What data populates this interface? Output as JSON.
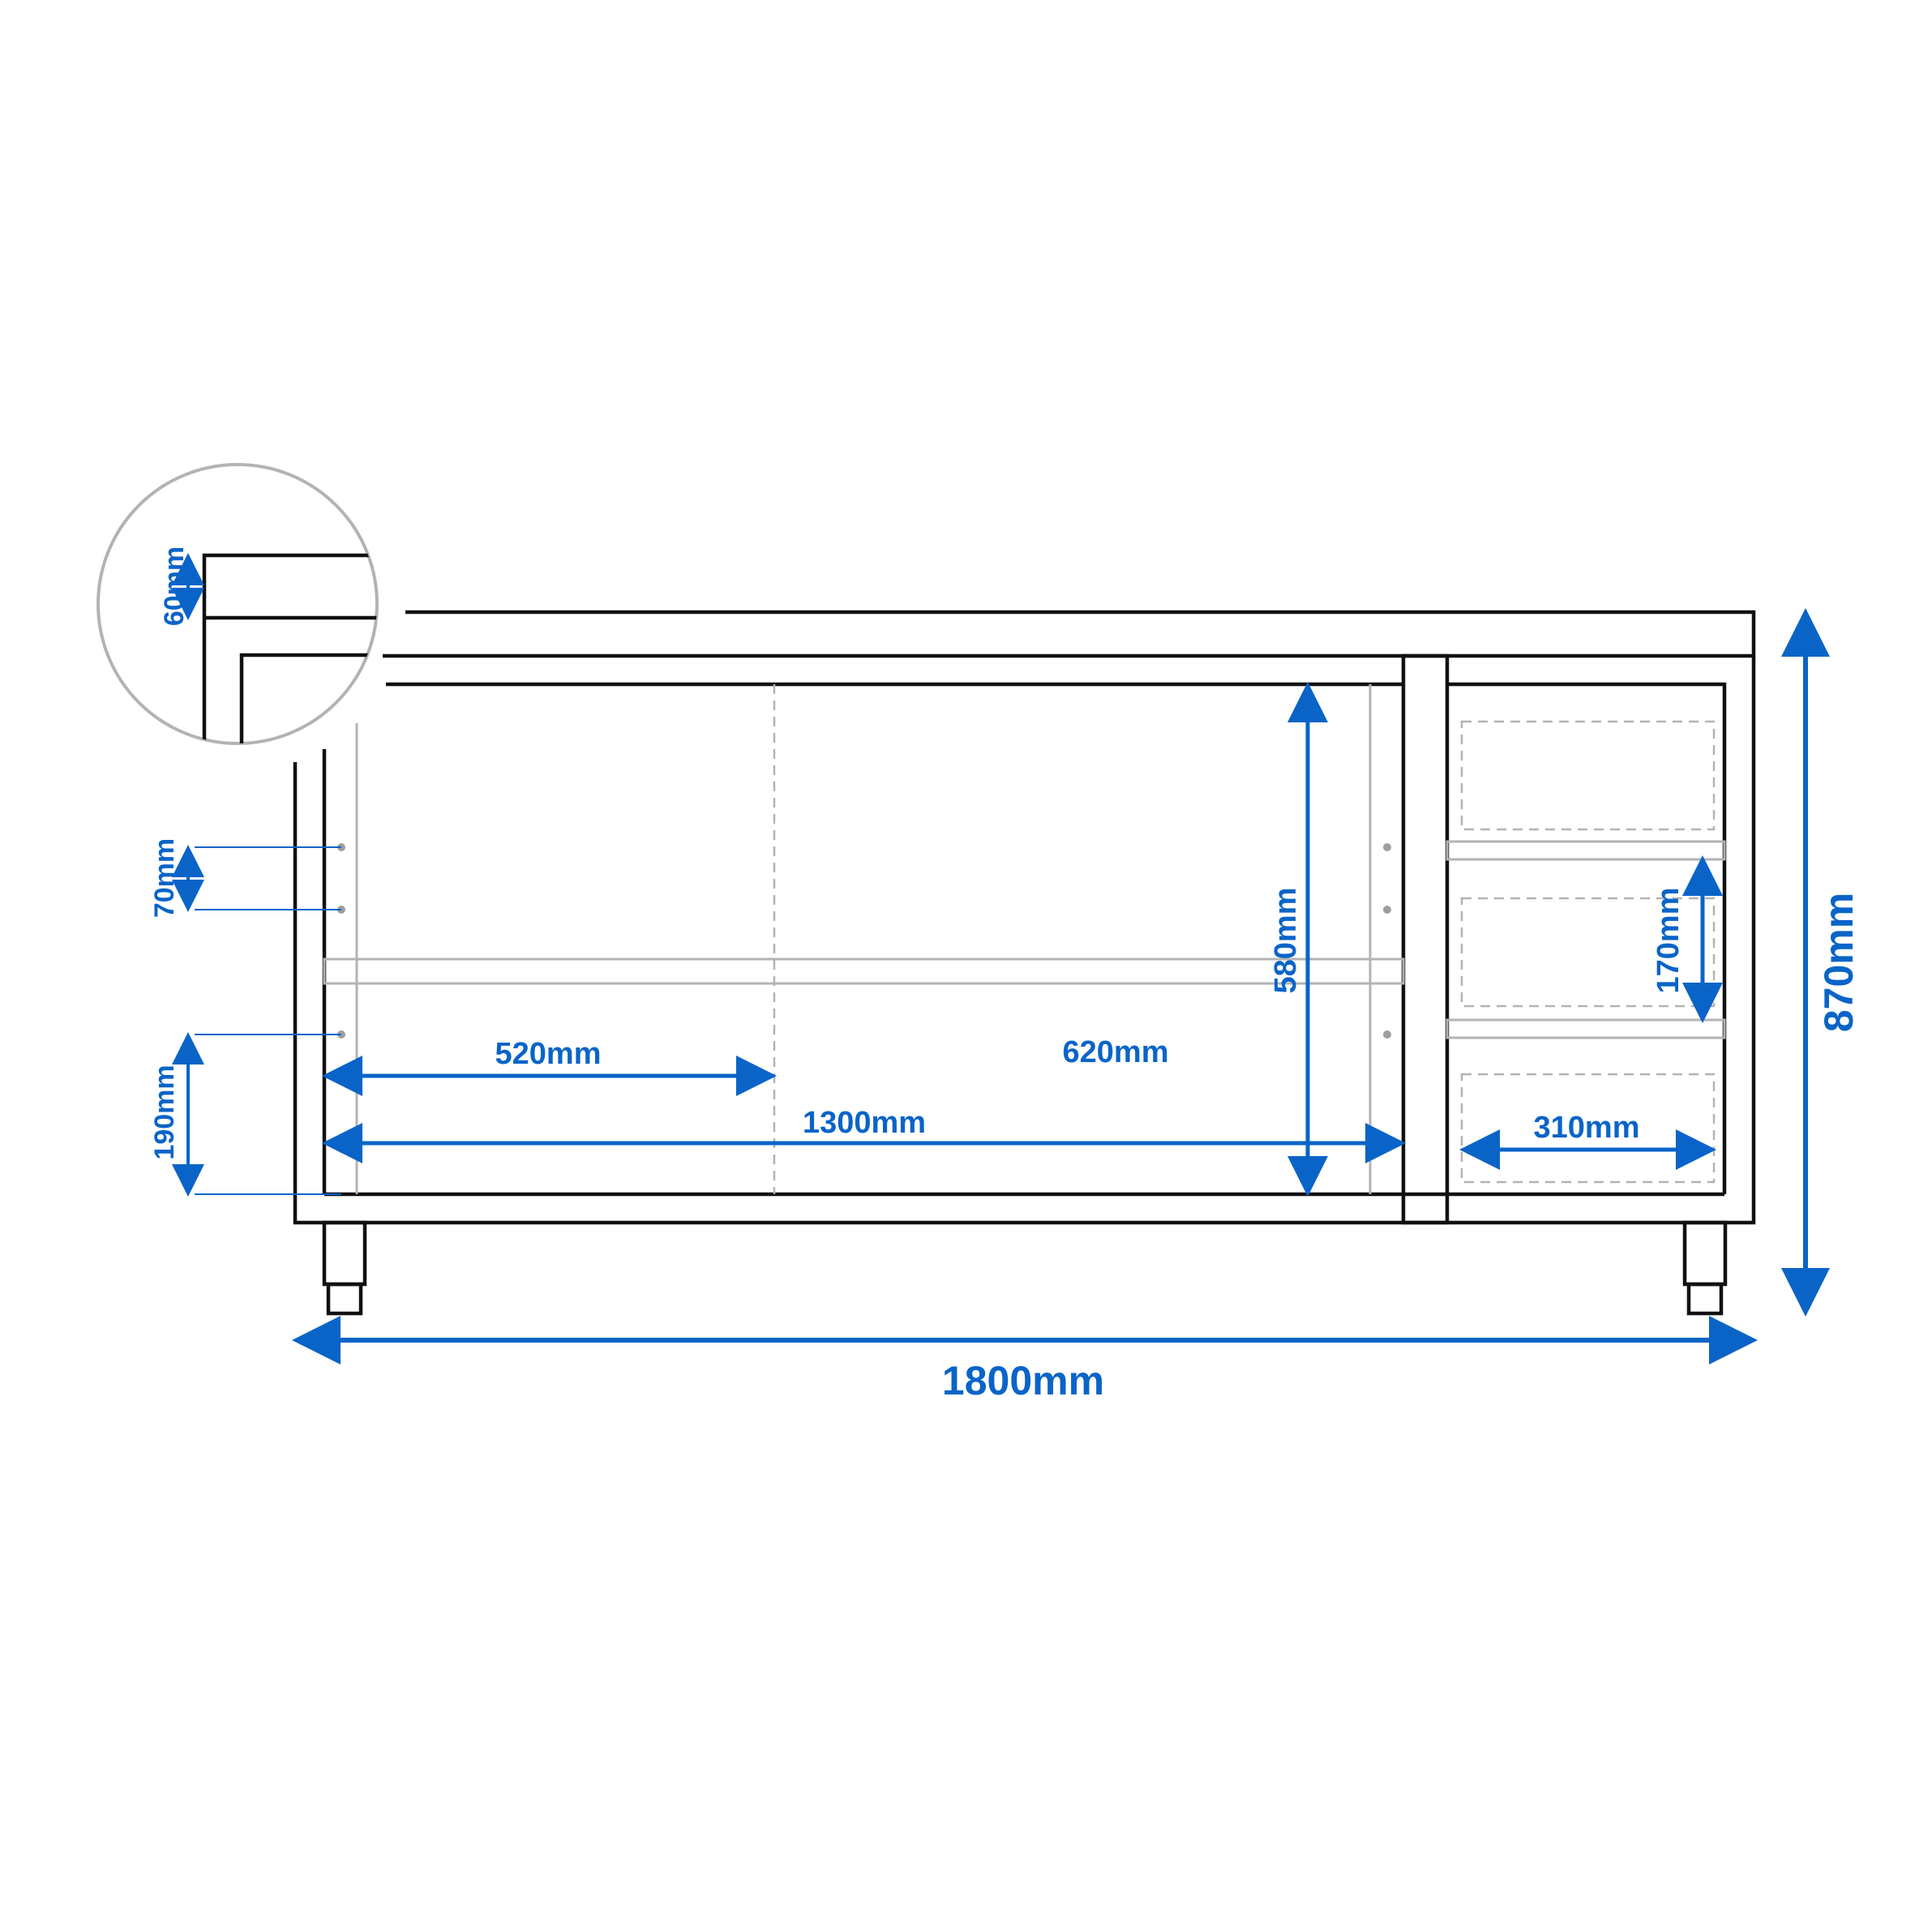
{
  "colors": {
    "accent": "#0a64c8",
    "line": "#111111",
    "detail": "#b3b3b3"
  },
  "dimensions": {
    "top_thickness": "60mm",
    "shelf_hole_spacing": "70mm",
    "lowest_hole_height": "190mm",
    "left_section_half_width": "520mm",
    "right_section_half_width": "620mm",
    "interior_width": "1300mm",
    "interior_height": "580mm",
    "drawer_height": "170mm",
    "drawer_width": "310mm",
    "overall_width": "1800mm",
    "overall_height": "870mm"
  }
}
